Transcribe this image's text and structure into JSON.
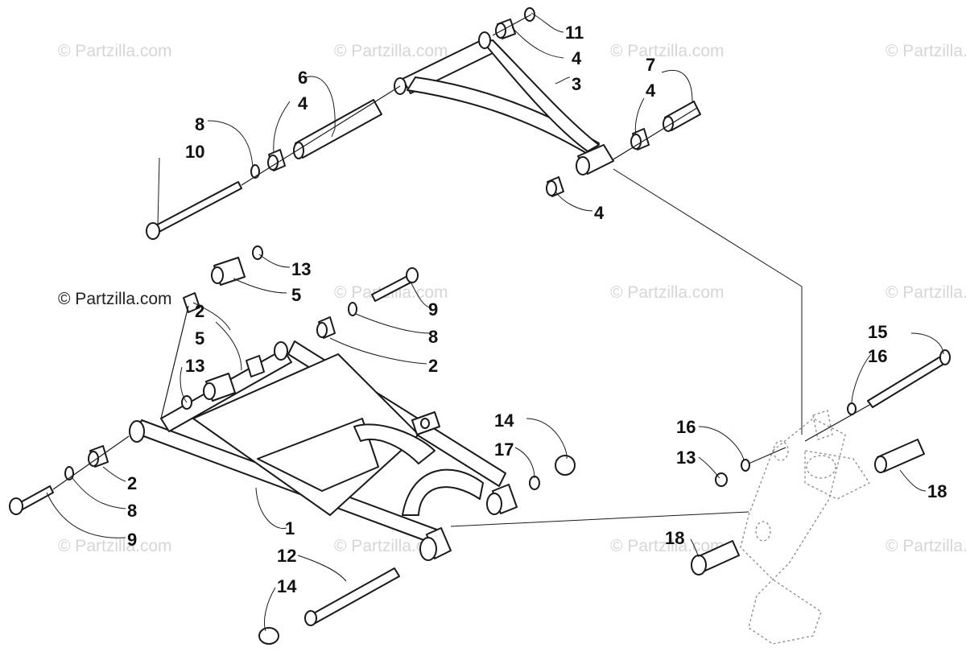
{
  "watermarks": {
    "faint": "© Partzilla.com",
    "visible": "© Partzilla.com"
  },
  "callouts": {
    "c1": "1",
    "c2a": "2",
    "c2b": "2",
    "c2c": "2",
    "c3": "3",
    "c4a": "4",
    "c4b": "4",
    "c4c": "4",
    "c4d": "4",
    "c5a": "5",
    "c5b": "5",
    "c6": "6",
    "c7": "7",
    "c8a": "8",
    "c8b": "8",
    "c8c": "8",
    "c9a": "9",
    "c9b": "9",
    "c10": "10",
    "c11": "11",
    "c12": "12",
    "c13a": "13",
    "c13b": "13",
    "c13c": "13",
    "c14a": "14",
    "c14b": "14",
    "c15": "15",
    "c16a": "16",
    "c16b": "16",
    "c17": "17",
    "c18a": "18",
    "c18b": "18"
  }
}
